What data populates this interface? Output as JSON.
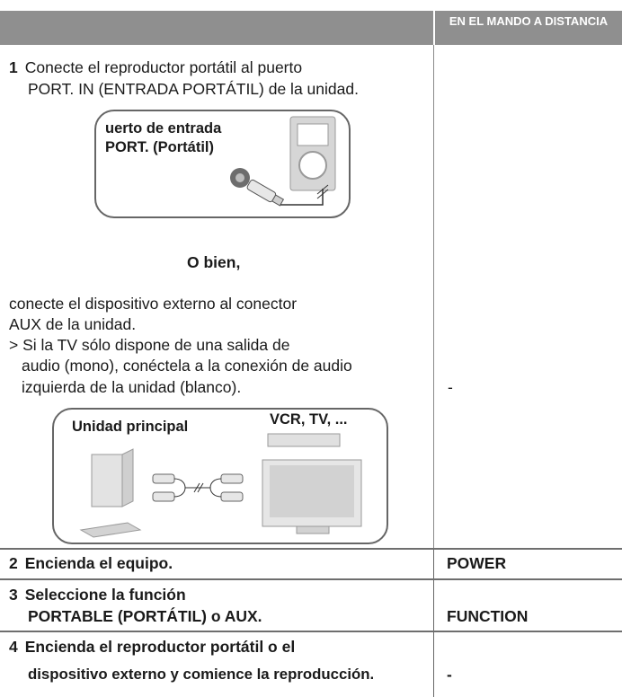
{
  "header": {
    "right_title": "EN EL MANDO A DISTANCIA"
  },
  "step1": {
    "number": "1",
    "line1": "Conecte el reproductor portátil al puerto",
    "line2": "PORT. IN (ENTRADA PORTÁTIL) de la unidad.",
    "figure1": {
      "label_line1": "uerto de entrada",
      "label_line2": "PORT. (Portátil)"
    },
    "or_text": "O bien,",
    "line3": "conecte el dispositivo externo al conector",
    "line4": "AUX de la unidad.",
    "note1": "> Si la TV sólo dispone de una salida de",
    "note2": "audio (mono), conéctela a la conexión de audio",
    "note3": "izquierda de la unidad (blanco).",
    "figure2": {
      "label_left": "Unidad principal",
      "label_right": "VCR, TV, ..."
    },
    "remote": "-"
  },
  "step2": {
    "number": "2",
    "text": "Encienda el equipo.",
    "remote": "POWER"
  },
  "step3": {
    "number": "3",
    "line1": "Seleccione la función",
    "line2": "PORTABLE (PORTÁTIL) o AUX.",
    "remote": "FUNCTION"
  },
  "step4": {
    "number": "4",
    "line1": "Encienda el reproductor portátil o el",
    "line2": "dispositivo externo y comience la reproducción.",
    "remote": "-"
  }
}
